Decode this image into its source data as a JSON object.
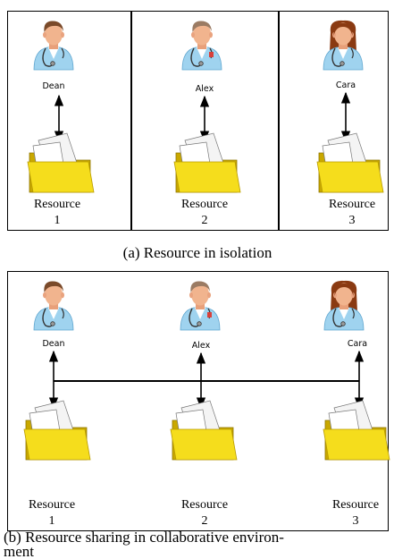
{
  "panel_a": {
    "people": [
      {
        "name": "Dean",
        "icon": "male-doctor-icon"
      },
      {
        "name": "Alex",
        "icon": "doctor-icon"
      },
      {
        "name": "Cara",
        "icon": "female-doctor-icon"
      }
    ],
    "resources": [
      {
        "label": "Resource",
        "number": "1",
        "icon": "folder-icon"
      },
      {
        "label": "Resource",
        "number": "2",
        "icon": "folder-icon"
      },
      {
        "label": "Resource",
        "number": "3",
        "icon": "folder-icon"
      }
    ],
    "caption": "(a) Resource in isolation"
  },
  "panel_b": {
    "people": [
      {
        "name": "Dean",
        "icon": "male-doctor-icon"
      },
      {
        "name": "Alex",
        "icon": "doctor-icon"
      },
      {
        "name": "Cara",
        "icon": "female-doctor-icon"
      }
    ],
    "resources": [
      {
        "label": "Resource",
        "number": "1",
        "icon": "folder-icon"
      },
      {
        "label": "Resource",
        "number": "2",
        "icon": "folder-icon"
      },
      {
        "label": "Resource",
        "number": "3",
        "icon": "folder-icon"
      }
    ],
    "caption_line1": "(b) Resource sharing in collaborative environ-",
    "caption_line2": "ment"
  },
  "colors": {
    "folder": "#f5dd1c",
    "folder_dark": "#c9a800",
    "coat": "#9fd3ef",
    "skin": "#f1b48e",
    "hair_male": "#7a4a2a",
    "hair_female": "#8a3a12"
  }
}
